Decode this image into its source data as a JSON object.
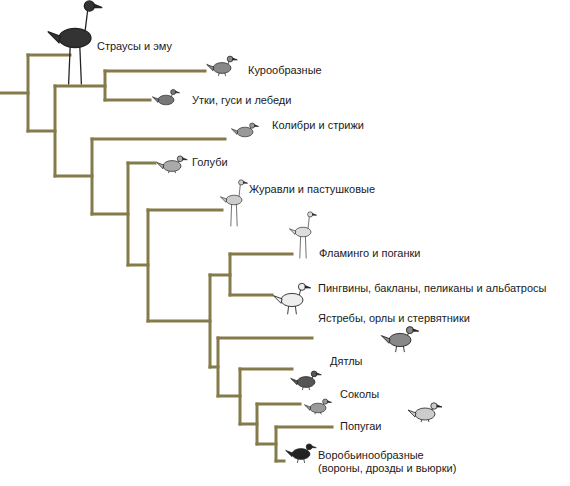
{
  "diagram": {
    "labels": [
      "Страусы и эму",
      "Курообразные",
      "Утки, гуси и лебеди",
      "Колибри и стрижи",
      "Голуби",
      "Журавли и пастушковые",
      "Фламинго и поганки",
      "Пингвины, бакланы, пеликаны и альбатросы",
      "Ястребы, орлы и стервятники",
      "Дятлы",
      "Соколы",
      "Попугаи",
      "Воробьинообразные (вороны, дрозды и вьюрки)"
    ]
  }
}
